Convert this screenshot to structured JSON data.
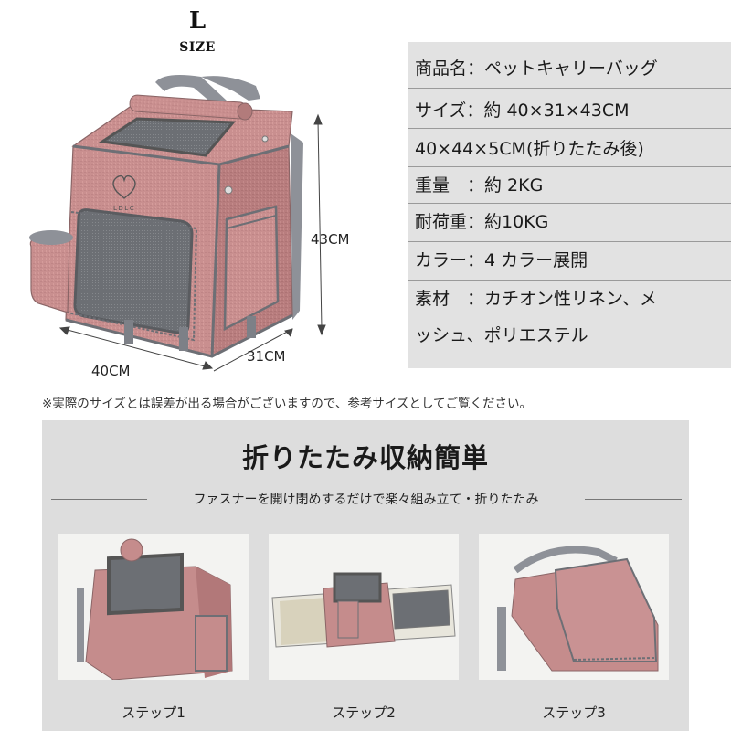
{
  "size_label": {
    "letter": "L",
    "word": "SIZE"
  },
  "specs": [
    {
      "text": "商品名：ペットキャリーバッグ"
    },
    {
      "text": "サイズ：約 40×31×43CM"
    },
    {
      "text": "40×44×5CM(折りたたみ後)"
    },
    {
      "text": "重量　：約 2KG"
    },
    {
      "text": "耐荷重：約10KG"
    },
    {
      "text": "カラー：4 カラー展開"
    },
    {
      "text": "素材　：カチオン性リネン、メ"
    },
    {
      "text": "ッシュ、ポリエステル"
    }
  ],
  "dimensions": {
    "height": "43CM",
    "width": "40CM",
    "depth": "31CM"
  },
  "note": "※実際のサイズとは誤差が出る場合がございますので、参考サイズとしてご覧ください。",
  "fold": {
    "title": "折りたたみ収納簡単",
    "subtitle": "ファスナーを開け閉めするだけで楽々組み立て・折りたたみ",
    "steps": [
      {
        "label": "ステップ1"
      },
      {
        "label": "ステップ2"
      },
      {
        "label": "ステップ3"
      }
    ]
  },
  "colors": {
    "bag": "#c98f8f",
    "bag_dark": "#a86f70",
    "trim": "#777a80",
    "mesh": "#6c6f74",
    "panel": "#e2e2e2",
    "bottom_bg": "#dddddd"
  },
  "bag_logo": "LDLC"
}
